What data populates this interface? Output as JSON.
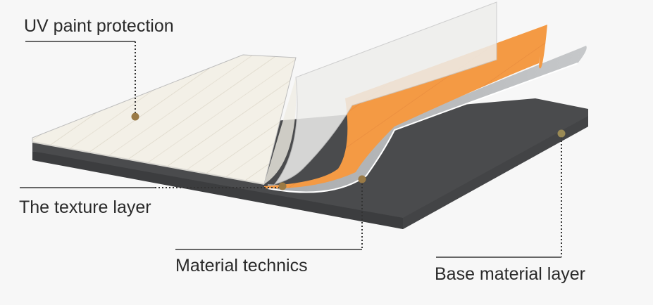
{
  "diagram": {
    "type": "layered-material-cross-section",
    "labels": [
      {
        "id": "uv",
        "text": "UV paint protection"
      },
      {
        "id": "texture",
        "text": "The texture layer"
      },
      {
        "id": "technics",
        "text": "Material technics"
      },
      {
        "id": "base",
        "text": "Base material layer"
      }
    ],
    "layers": [
      {
        "name": "UV paint protection",
        "color": "#f2efe6"
      },
      {
        "name": "The texture layer",
        "color": "#f39a45"
      },
      {
        "name": "Material technics",
        "color": "#b9bbbd"
      },
      {
        "name": "Base material layer",
        "color": "#4a4b4d"
      }
    ],
    "marker_color": "#9a7a45",
    "background": "#f7f7f7"
  }
}
